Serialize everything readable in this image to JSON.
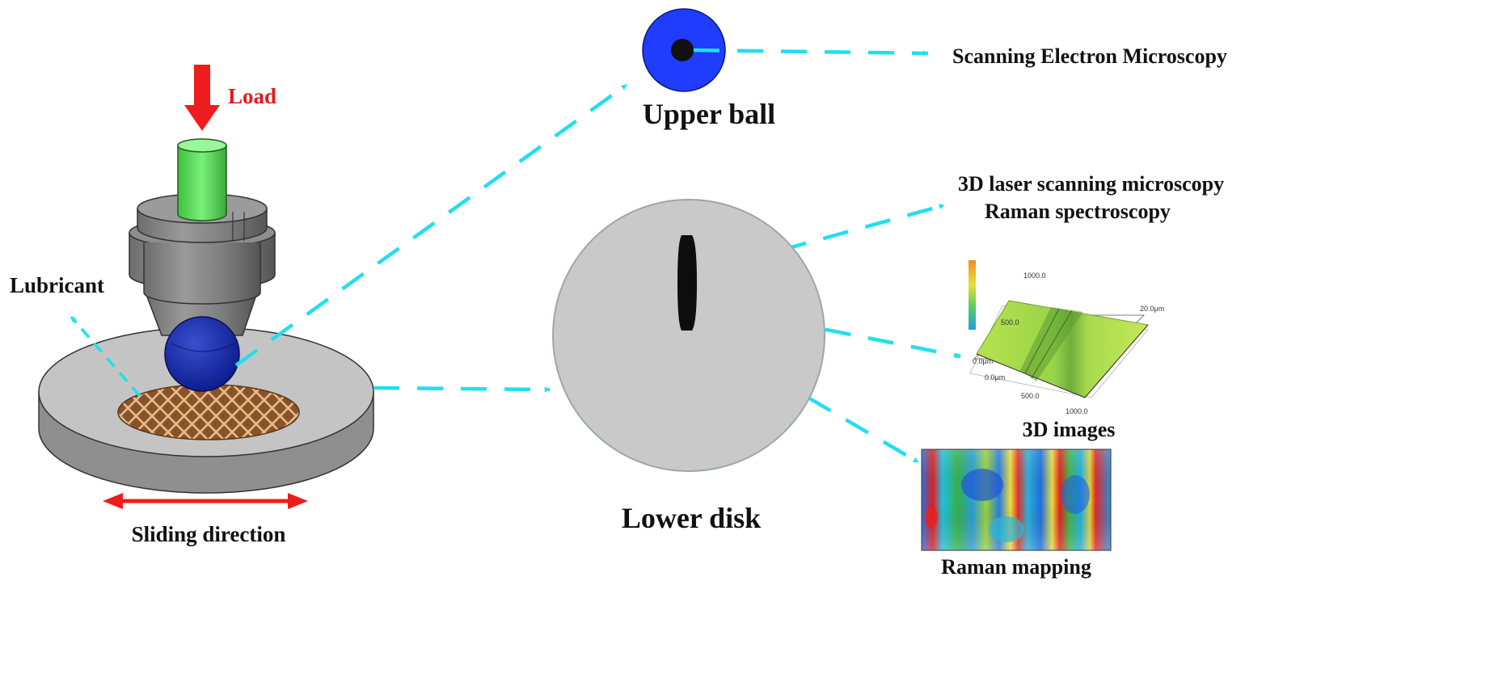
{
  "labels": {
    "load": "Load",
    "lubricant": "Lubricant",
    "sliding_direction": "Sliding direction",
    "upper_ball": "Upper ball",
    "lower_disk": "Lower disk",
    "sem": "Scanning Electron Microscopy",
    "laser": "3D laser scanning microscopy",
    "raman_spec": "Raman spectroscopy",
    "images_3d": "3D images",
    "raman_mapping": "Raman mapping"
  },
  "plot_3d_ticks": {
    "y_top": "1000.0",
    "y_mid": "500.0",
    "z_zero": "0.0μm",
    "x_zero": "0.0μm",
    "x_mid": "500.0",
    "x_end": "1000.0",
    "z_top": "20.0μm"
  },
  "colors": {
    "arrow_cyan": "#20dff0",
    "arrow_red": "#ee1c1c",
    "load_text": "#e41a1a",
    "ball_blue": "#1f3cff",
    "disk_gray": "#c9c9c9",
    "column_green": "#5dde5d",
    "pad_brown": "#8a5228"
  }
}
